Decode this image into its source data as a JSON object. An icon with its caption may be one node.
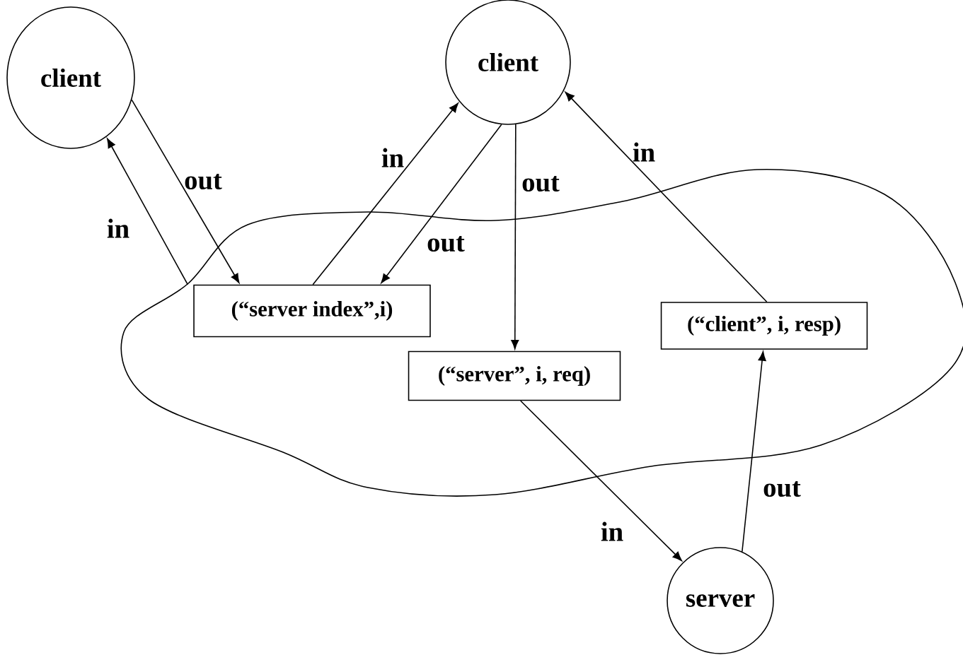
{
  "diagram": {
    "nodes": [
      {
        "text": [
          "client"
        ]
      },
      {
        "text": [
          "client"
        ]
      },
      {
        "text": [],
        "shape": "cloud"
      },
      {
        "text": [
          "(“server index”,i)"
        ],
        "in": 2
      },
      {
        "text": [
          "(“client”, i, resp)"
        ],
        "in": 2
      },
      {
        "text": [
          "(“server”, i, req)"
        ],
        "in": 2
      },
      {
        "text": [
          "server"
        ]
      }
    ],
    "edges": [
      {
        "from": 0,
        "to": 3,
        "arrow": "to",
        "label": "out"
      },
      {
        "from": 3,
        "to": 0,
        "arrow": "to",
        "label": "in"
      },
      {
        "from": 3,
        "to": 1,
        "arrow": "to",
        "label": "in"
      },
      {
        "from": 1,
        "to": 3,
        "arrow": "to",
        "label": "out"
      },
      {
        "from": 1,
        "to": 5,
        "arrow": "to",
        "label": "out"
      },
      {
        "from": 4,
        "to": 1,
        "arrow": "to",
        "label": "in"
      },
      {
        "from": 5,
        "to": 6,
        "arrow": "to",
        "label": "in"
      },
      {
        "from": 6,
        "to": 4,
        "arrow": "to",
        "label": "out"
      }
    ]
  }
}
